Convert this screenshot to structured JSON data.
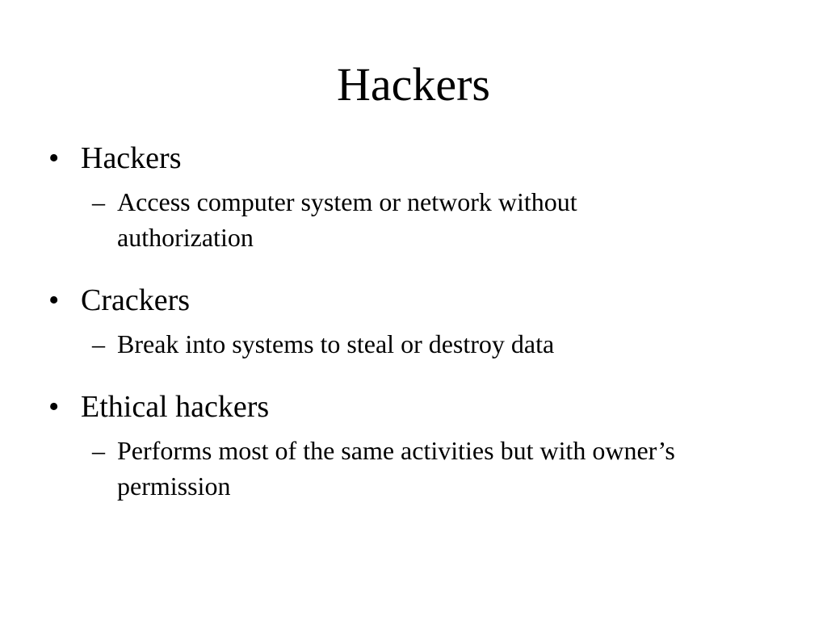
{
  "slide": {
    "title": "Hackers",
    "bullet_marker": "•",
    "sub_marker": "–",
    "items": [
      {
        "label": "Hackers",
        "sub": "Access computer system or network without authorization"
      },
      {
        "label": "Crackers",
        "sub": "Break into systems to steal or destroy data"
      },
      {
        "label": "Ethical hackers",
        "sub": "Performs most of the same activities but with owner’s permission"
      }
    ]
  }
}
